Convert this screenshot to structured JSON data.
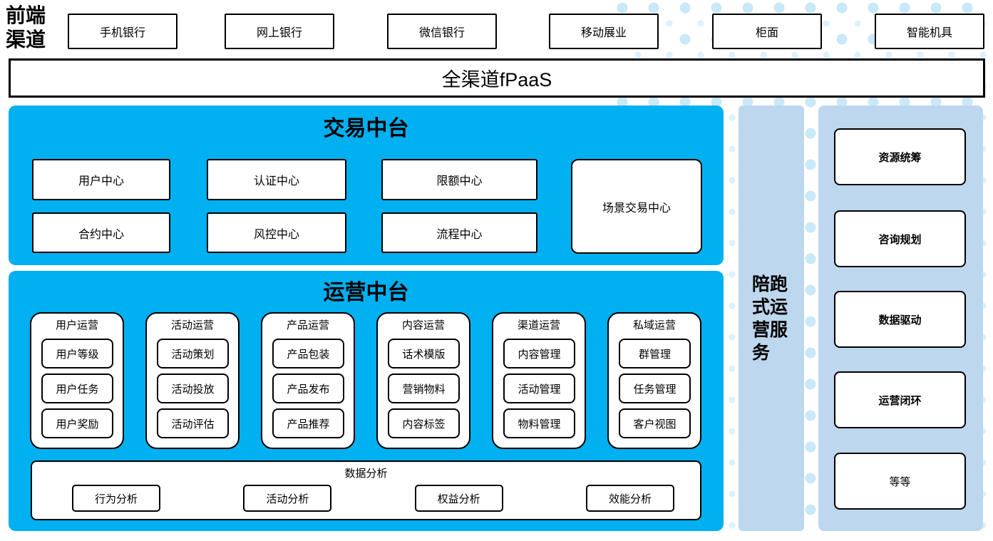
{
  "colors": {
    "bright_blue": "#00b0f0",
    "light_blue": "#bdd7ee",
    "dot_a": "#c9e8f8",
    "dot_b": "#def1fb"
  },
  "front_channels": {
    "label": "前端渠道",
    "items": [
      {
        "label": "手机银行"
      },
      {
        "label": "网上银行"
      },
      {
        "label": "微信银行"
      },
      {
        "label": "移动展业"
      },
      {
        "label": "柜面"
      },
      {
        "label": "智能机具"
      }
    ]
  },
  "fpaas": {
    "label": "全渠道fPaaS"
  },
  "transaction": {
    "title": "交易中台",
    "row1": [
      "用户中心",
      "认证中心",
      "限额中心"
    ],
    "row2": [
      "合约中心",
      "风控中心",
      "流程中心"
    ],
    "tall_box": "场景交易中心"
  },
  "operations": {
    "title": "运营中台",
    "columns": [
      {
        "header": "用户运营",
        "items": [
          "用户等级",
          "用户任务",
          "用户奖励"
        ]
      },
      {
        "header": "活动运营",
        "items": [
          "活动策划",
          "活动投放",
          "活动评估"
        ]
      },
      {
        "header": "产品运营",
        "items": [
          "产品包装",
          "产品发布",
          "产品推荐"
        ]
      },
      {
        "header": "内容运营",
        "items": [
          "话术模版",
          "营销物料",
          "内容标签"
        ]
      },
      {
        "header": "渠道运营",
        "items": [
          "内容管理",
          "活动管理",
          "物料管理"
        ]
      },
      {
        "header": "私域运营",
        "items": [
          "群管理",
          "任务管理",
          "客户视图"
        ]
      }
    ],
    "analysis": {
      "title": "数据分析",
      "items": [
        "行为分析",
        "活动分析",
        "权益分析",
        "效能分析"
      ]
    }
  },
  "side_service": {
    "label": "陪跑式运营服务"
  },
  "right_panel": {
    "items": [
      {
        "label": "资源统筹",
        "bold": true
      },
      {
        "label": "咨询规划",
        "bold": true
      },
      {
        "label": "数据驱动",
        "bold": true
      },
      {
        "label": "运营闭环",
        "bold": true
      },
      {
        "label": "等等",
        "bold": false
      }
    ]
  }
}
